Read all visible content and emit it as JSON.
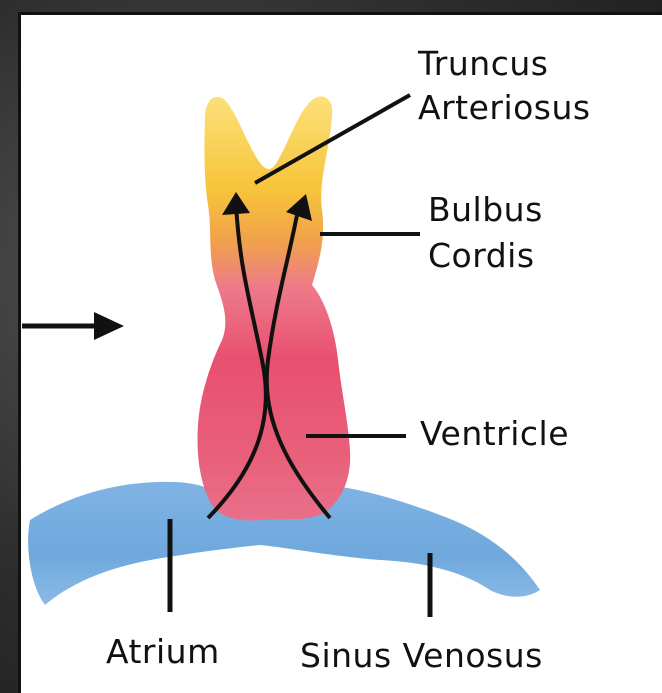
{
  "labels": {
    "truncus": [
      "Truncus",
      "Arteriosus"
    ],
    "bulbus": [
      "Bulbus",
      "Cordis"
    ],
    "ventricle": "Ventricle",
    "atrium": "Atrium",
    "sinus": "Sinus Venosus"
  },
  "colors": {
    "truncus": "#f7c43a",
    "bulbus": "#f4b23c",
    "ventricle": "#e8506f",
    "atrium": "#6fa8dc",
    "sinus": "#8cbbe6",
    "line": "#111111",
    "background_panel": "#ffffff",
    "background_outer": "#333333"
  }
}
